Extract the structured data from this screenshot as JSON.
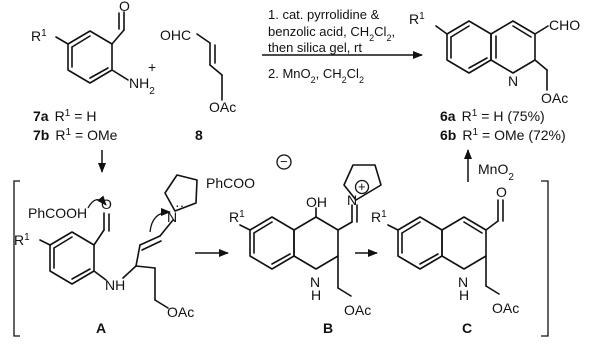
{
  "reagents": {
    "r1": "R",
    "sup1": "1",
    "nh2": "NH",
    "nh2_sub": "2",
    "ohc": "OHC",
    "oac": "OAc",
    "o": "O",
    "plus": "+",
    "label_7a": "7a",
    "label_7a_rest": "R",
    "label_7a_tail": "= H",
    "label_7b": "7b",
    "label_7b_rest": "R",
    "label_7b_tail": "= OMe",
    "label_8": "8"
  },
  "conditions": {
    "line1": "1. cat. pyrrolidine &",
    "line2": "benzolic acid, CH",
    "line2_sub": "2",
    "line2_mid": "Cl",
    "line2_sub2": "2",
    "line2_end": ",",
    "line3": "then silica gel, rt",
    "line4_a": "2. MnO",
    "line4_sub": "2",
    "line4_b": ", CH",
    "line4_sub2": "2",
    "line4_c": "Cl",
    "line4_sub3": "2"
  },
  "product": {
    "cho": "CHO",
    "n": "N",
    "oac": "OAc",
    "label_6a": "6a",
    "label_6a_text": "R",
    "label_6a_tail": "= H (75%)",
    "label_6b": "6b",
    "label_6b_text": "R",
    "label_6b_tail": "= OMe (72%)"
  },
  "intermediates": {
    "phcooh": "PhCOOH",
    "phcoo": "PhCOO",
    "minus": "−",
    "plus": "+",
    "oh": "OH",
    "o": "O",
    "n": "N",
    "nh": "NH",
    "h": "H",
    "n_b": "N",
    "oac": "OAc",
    "label_a": "A",
    "label_b": "B",
    "label_c": "C",
    "mno2": "MnO",
    "mno2_sub": "2"
  }
}
